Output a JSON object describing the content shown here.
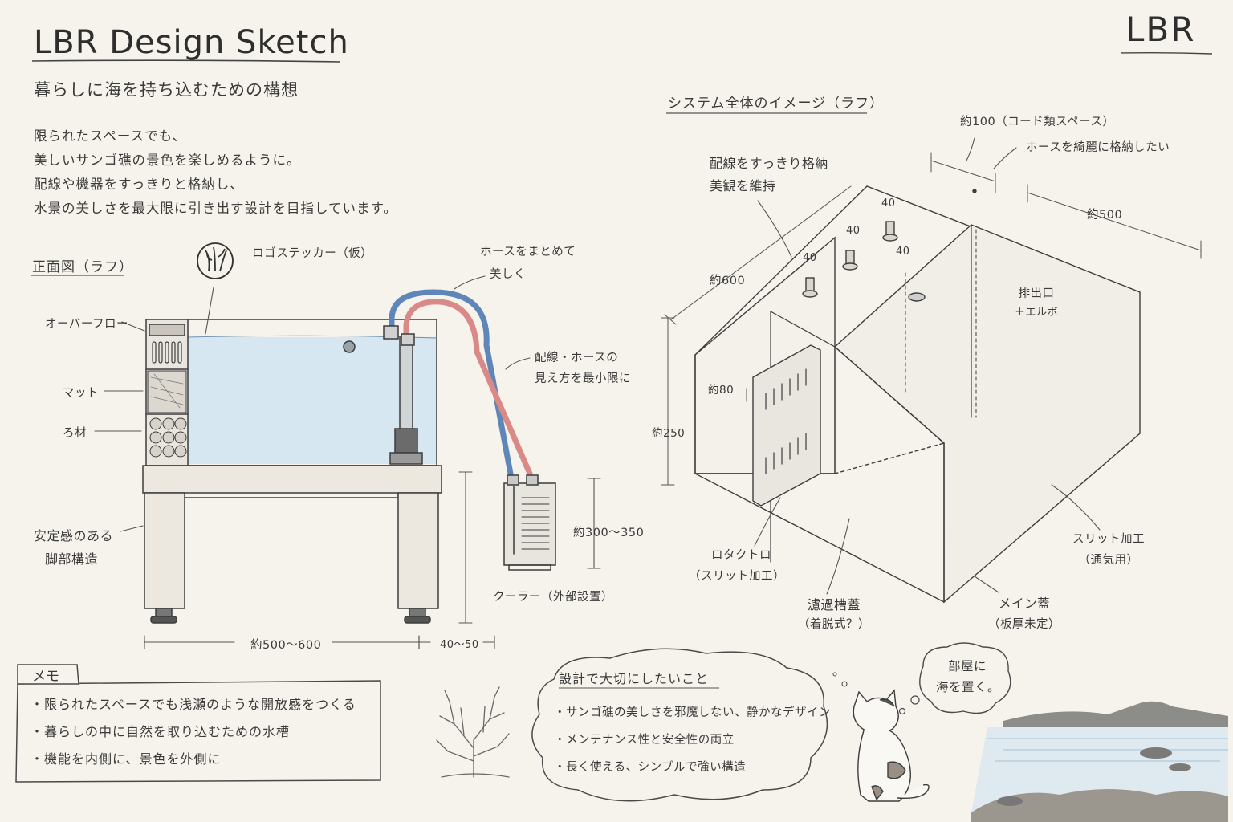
{
  "header": {
    "title": "LBR Design Sketch",
    "logo": "LBR",
    "subtitle": "暮らしに海を持ち込むための構想"
  },
  "intro": [
    "限られたスペースでも、",
    "美しいサンゴ礁の景色を楽しめるように。",
    "配線や機器をすっきりと格納し、",
    "水景の美しさを最大限に引き出す設計を目指しています。"
  ],
  "front_view": {
    "title": "正面図（ラフ）",
    "labels": {
      "logo_sticker": "ロゴステッカー（仮）",
      "overflow": "オーバーフロー",
      "mat": "マット",
      "media": "ろ材",
      "legs_1": "安定感のある",
      "legs_2": "脚部構造",
      "hose_1": "ホースをまとめて",
      "hose_2": "美しく",
      "wiring_1": "配線・ホースの",
      "wiring_2": "見え方を最小限に",
      "cooler_size": "約300〜350",
      "cooler": "クーラー（外部設置）",
      "width": "約500〜600",
      "gap": "40〜50"
    }
  },
  "system_view": {
    "title": "システム全体のイメージ（ラフ）",
    "labels": {
      "cord_space": "約100（コード類スペース）",
      "hose_storage": "ホースを綺麗に格納したい",
      "wiring_1": "配線をすっきり格納",
      "wiring_2": "美観を維持",
      "d40a": "40",
      "d40b": "40",
      "d40c": "40",
      "d40d": "40",
      "depth": "約500",
      "width": "約600",
      "outlet_1": "排出口",
      "outlet_2": "＋エルボ",
      "d80": "約80",
      "height": "約250",
      "logo_cutout_1": "ロタクトロ",
      "logo_cutout_2": "（スリット加工）",
      "filter_lid_1": "濾過槽蓋",
      "filter_lid_2": "（着脱式？）",
      "slit_1": "スリット加工",
      "slit_2": "（通気用）",
      "main_lid_1": "メイン蓋",
      "main_lid_2": "（板厚未定）"
    }
  },
  "memo": {
    "title": "メモ",
    "items": [
      "限られたスペースでも浅瀬のような開放感をつくる",
      "暮らしの中に自然を取り込むための水槽",
      "機能を内側に、景色を外側に"
    ]
  },
  "principles": {
    "title": "設計で大切にしたいこと",
    "items": [
      "サンゴ礁の美しさを邪魔しない、静かなデザイン",
      "メンテナンス性と安全性の両立",
      "長く使える、シンプルで強い構造"
    ]
  },
  "cat_bubble": {
    "line1": "部屋に",
    "line2": "海を置く。"
  },
  "colors": {
    "paper": "#f6f3ec",
    "pencil": "#3a3a3a",
    "water": "#d4e6f1",
    "cold_hose": "#5f86b8",
    "warm_hose": "#d98a86"
  }
}
